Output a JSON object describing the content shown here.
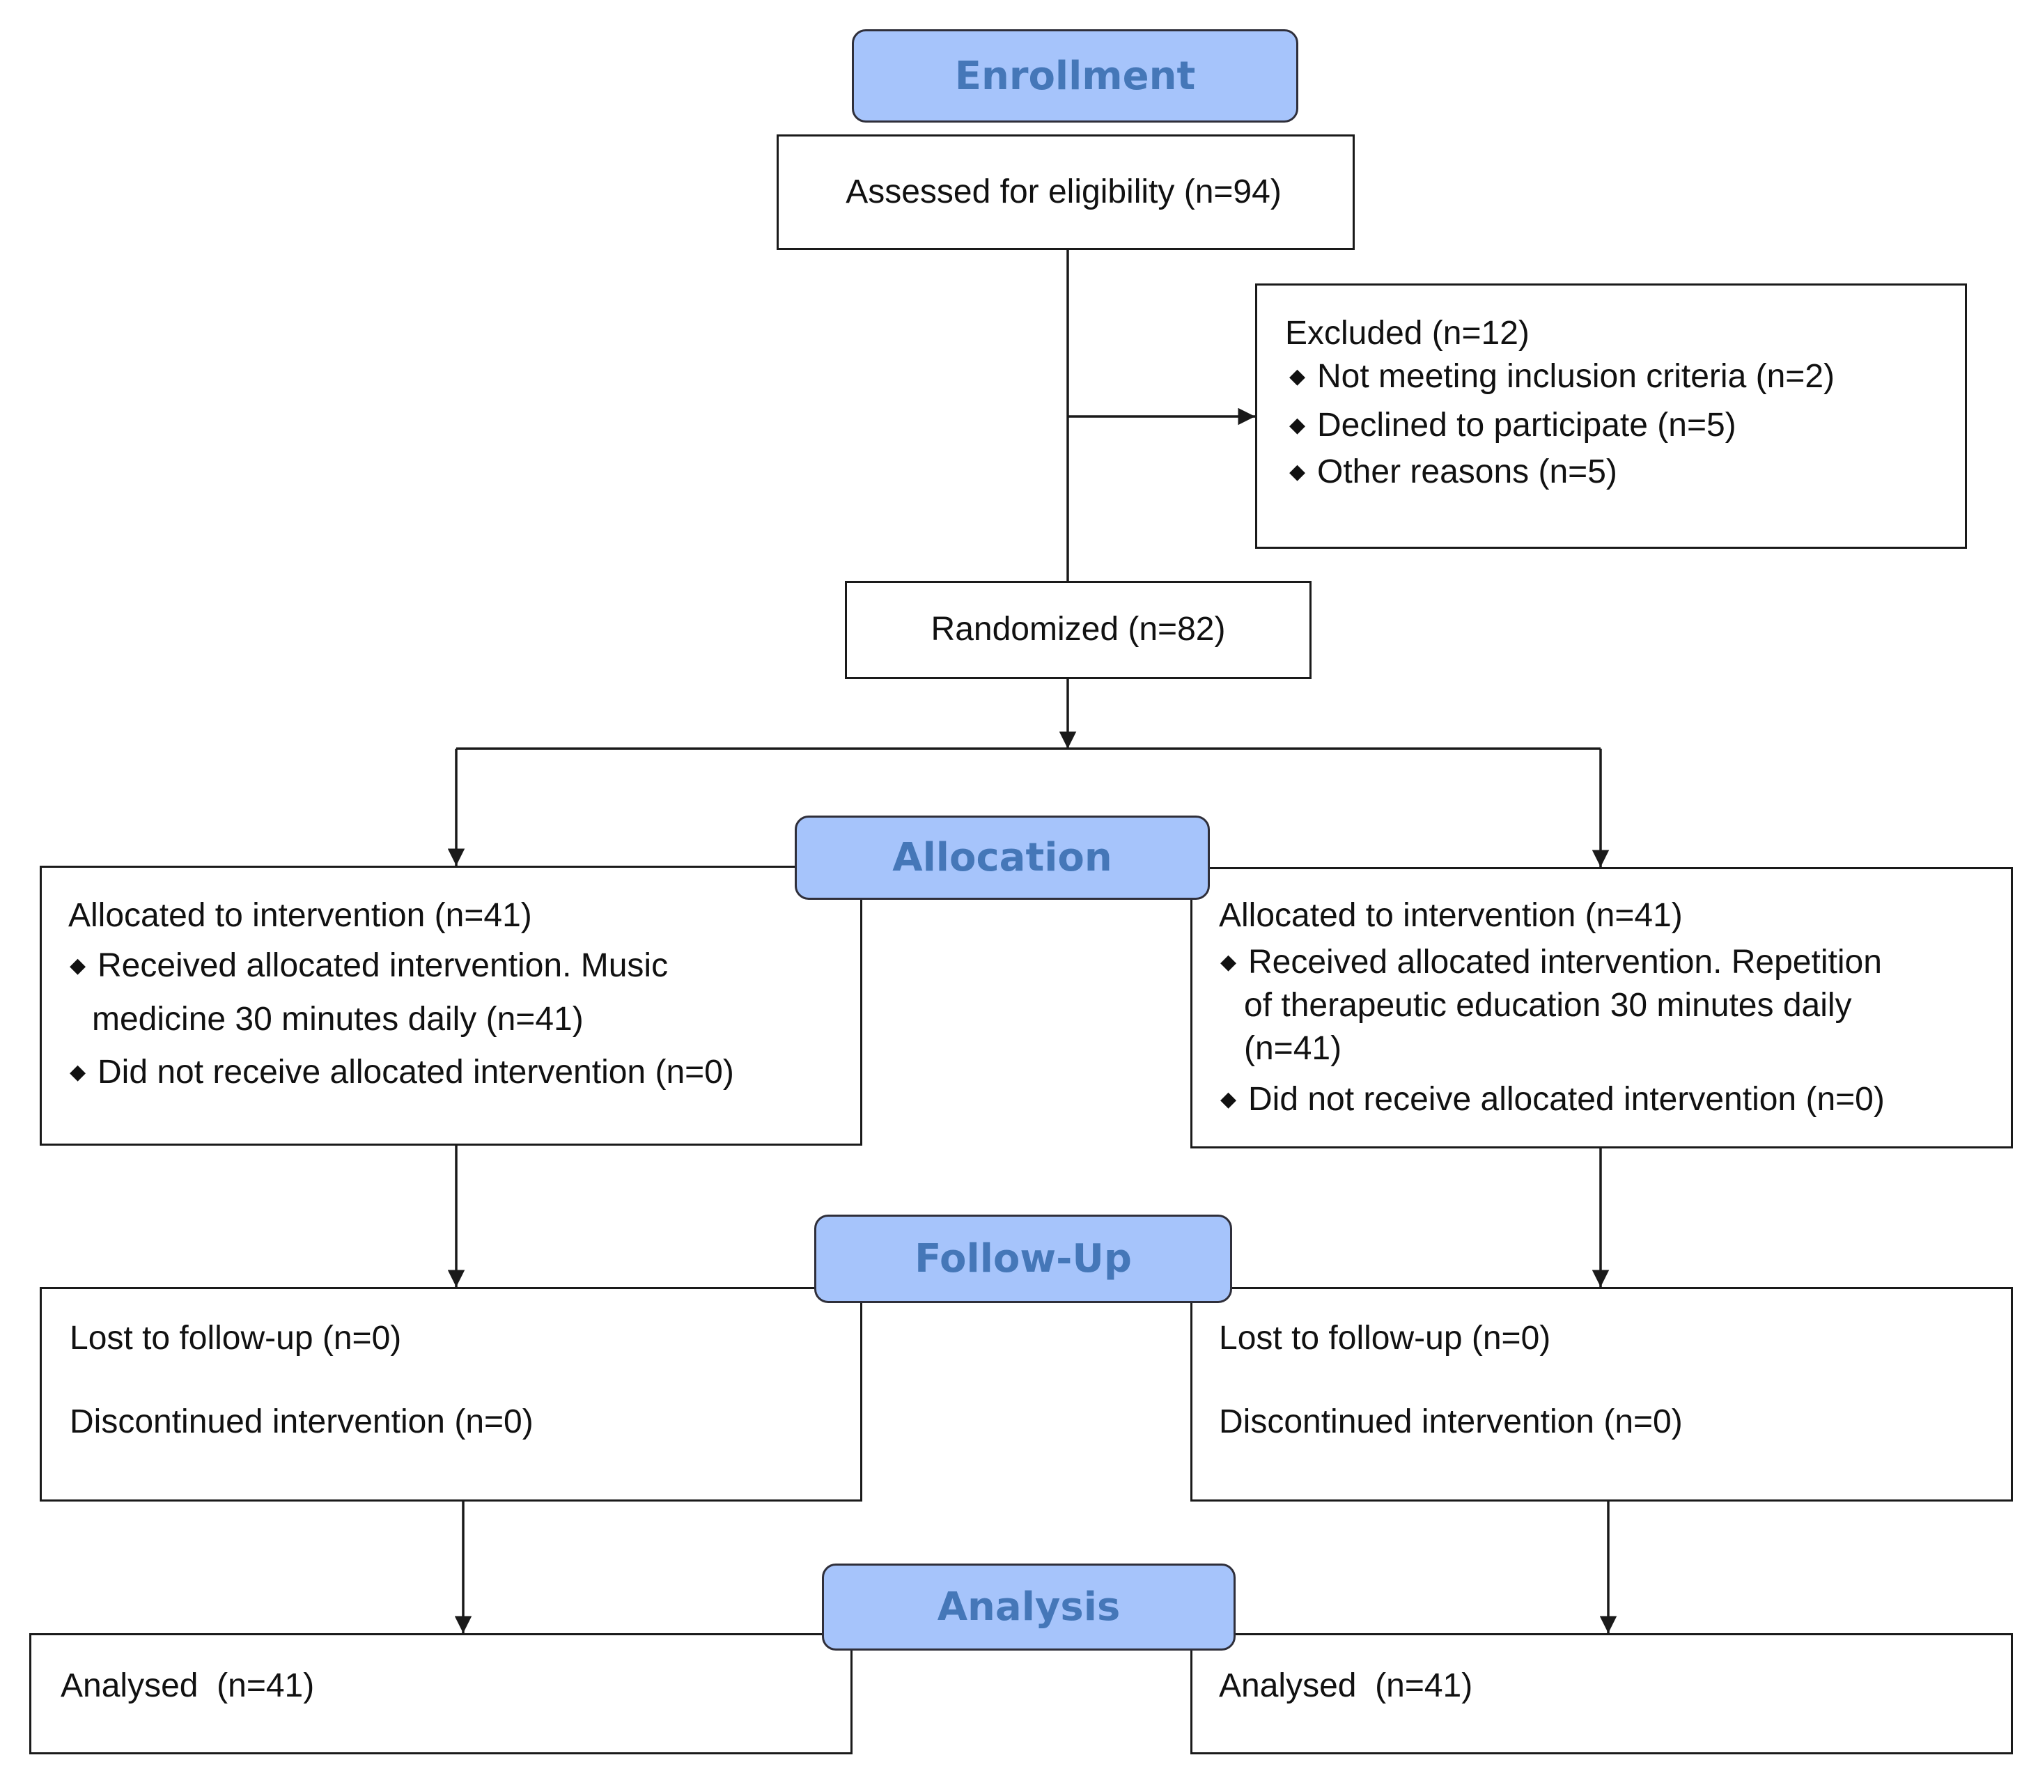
{
  "colors": {
    "phase_fill": "#a6c4fb",
    "phase_text": "#4577b8",
    "line": "#1a1a1a"
  },
  "phases": {
    "enrollment": "Enrollment",
    "allocation": "Allocation",
    "follow_up": "Follow-Up",
    "analysis": "Analysis"
  },
  "assessed": "Assessed for eligibility (n=94)",
  "excluded": {
    "title": "Excluded (n=12)",
    "items": [
      "Not meeting inclusion criteria (n=2)",
      "Declined to participate (n=5)",
      "Other reasons (n=5)"
    ]
  },
  "randomized": "Randomized (n=82)",
  "allocation_left": {
    "title": "Allocated to intervention (n=41)",
    "items": [
      [
        "Received allocated intervention. Music",
        "medicine 30 minutes daily (n=41)"
      ],
      [
        "Did not receive allocated intervention (n=0)"
      ]
    ]
  },
  "allocation_right": {
    "title": "Allocated to intervention (n=41)",
    "items": [
      [
        "Received allocated intervention. Repetition",
        "of therapeutic education 30 minutes daily",
        "(n=41)"
      ],
      [
        "Did not receive allocated intervention (n=0)"
      ]
    ]
  },
  "follow_left": {
    "lost": "Lost to follow-up (n=0)",
    "discontinued": "Discontinued intervention (n=0)"
  },
  "follow_right": {
    "lost": "Lost to follow-up (n=0)",
    "discontinued": "Discontinued intervention (n=0)"
  },
  "analysis_left": "Analysed  (n=41)",
  "analysis_right": "Analysed  (n=41)",
  "icons": {
    "bullet": "diamond-bullet-icon",
    "arrow": "arrowhead-icon"
  }
}
